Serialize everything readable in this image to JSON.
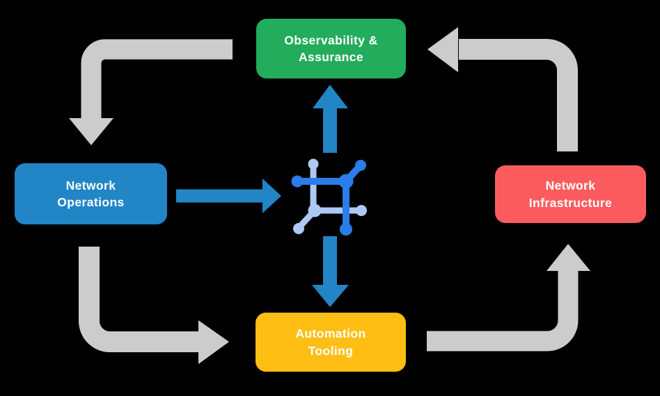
{
  "diagram": {
    "type": "cycle-flow-diagram",
    "background": "#000000",
    "colors": {
      "arrow_gray": "#CCCCCC",
      "arrow_blue": "#2185C6",
      "icon_blue_dark": "#2B7DE9",
      "icon_blue_light": "#ABC9F2",
      "label_text": "#FFFFFF"
    },
    "nodes": [
      {
        "id": "observability-assurance",
        "label": "Observability &\nAssurance",
        "color": "#23AC5B",
        "position": "top"
      },
      {
        "id": "network-operations",
        "label": "Network\nOperations",
        "color": "#2185C6",
        "position": "left"
      },
      {
        "id": "network-infrastructure",
        "label": "Network\nInfrastructure",
        "color": "#FD5C5F",
        "position": "right"
      },
      {
        "id": "automation-tooling",
        "label": "Automation\nTooling",
        "color": "#FFBE14",
        "position": "bottom"
      }
    ],
    "center_icon": "network-mesh-icon",
    "flows": {
      "outer_cycle": [
        "Observability & Assurance -> Network Operations",
        "Network Operations -> Automation Tooling",
        "Automation Tooling -> Network Infrastructure",
        "Network Infrastructure -> Observability & Assurance"
      ],
      "center_flows": [
        "Network Operations -> center icon",
        "center icon -> Observability & Assurance",
        "center icon -> Automation Tooling"
      ]
    }
  }
}
